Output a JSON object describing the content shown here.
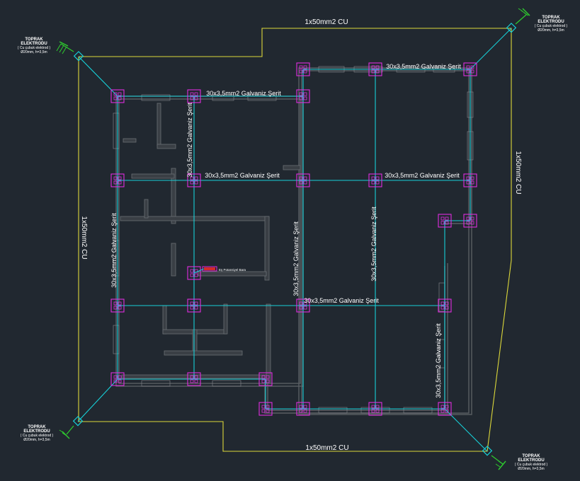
{
  "drawing": {
    "background": "#212830",
    "colors": {
      "grounding_conductor": "#17d0d8",
      "copper_ring": "#dcd83a",
      "column_marker": "#e02ce0",
      "electrode_symbol": "#2ecc2e",
      "walls": "#5a5e63",
      "text": "#ffffff"
    },
    "ring_conductor": {
      "top": "1x50mm2 CU",
      "right": "1x50mm2 CU",
      "bottom": "1x50mm2 CU",
      "left": "1x50mm2 CU"
    },
    "strip_labels": {
      "h_top_right": "30x3,5mm2 Galvaniz Şerit",
      "h_top_left": "30x3,5mm2 Galvaniz Şerit",
      "h_mid_left": "30x3,5mm2 Galvaniz Şerit",
      "h_mid_right": "30x3,5mm2 Galvaniz Şerit",
      "h_lower": "30x3,5mm2 Galvaniz Şerit",
      "v_left": "30x3,5mm2 Galvaniz Şerit",
      "v_col2": "30x3,5mm2 Galvaniz Şerit",
      "v_col3": "30x3,5mm2 Galvaniz Şerit",
      "v_col4": "30x3,5mm2 Galvaniz Şerit",
      "v_right": "30x3,5mm2 Galvaniz Şerit"
    },
    "electrodes": {
      "top_left": {
        "title1": "TOPRAK",
        "title2": "ELEKTRODU",
        "detail1": "( Cu çubuk elektrod )",
        "detail2": "Ø20mm, h=3,5m"
      },
      "top_right": {
        "title1": "TOPRAK",
        "title2": "ELEKTRODU",
        "detail1": "( Cu çubuk elektrod )",
        "detail2": "Ø20mm, h=3,5m"
      },
      "bottom_left": {
        "title1": "TOPRAK",
        "title2": "ELEKTRODU",
        "detail1": "( Cu çubuk elektrod )",
        "detail2": "Ø20mm, h=3,5m"
      },
      "bottom_right": {
        "title1": "TOPRAK",
        "title2": "ELEKTRODU",
        "detail1": "( Cu çubuk elektrod )",
        "detail2": "Ø20mm, h=3,5m"
      }
    },
    "busbar_label": "Eş Potansiyel Bara"
  }
}
